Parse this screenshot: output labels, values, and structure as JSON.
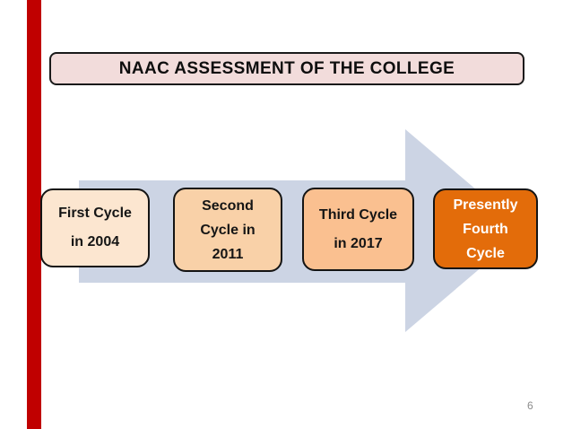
{
  "slide": {
    "title": "NAAC ASSESSMENT OF THE COLLEGE",
    "page_number": "6"
  },
  "timeline": {
    "boxes": [
      {
        "lines": [
          "First Cycle",
          "in 2004"
        ]
      },
      {
        "lines": [
          "Second",
          "Cycle in",
          "2011"
        ]
      },
      {
        "lines": [
          "Third Cycle",
          "in 2017"
        ]
      },
      {
        "lines": [
          "Presently",
          "Fourth",
          "Cycle"
        ]
      }
    ]
  },
  "colors": {
    "accent_strip": "#c00000",
    "title_fill": "#f2dcdb",
    "arrow": "#ccd4e4",
    "box1_fill": "#fce6d0",
    "box2_fill": "#f9d1a8",
    "box3_fill": "#fac090",
    "box4_fill": "#e36c0a",
    "box4_text": "#ffffff",
    "border": "#1a1a1a",
    "page_number": "#8c8c8c"
  }
}
